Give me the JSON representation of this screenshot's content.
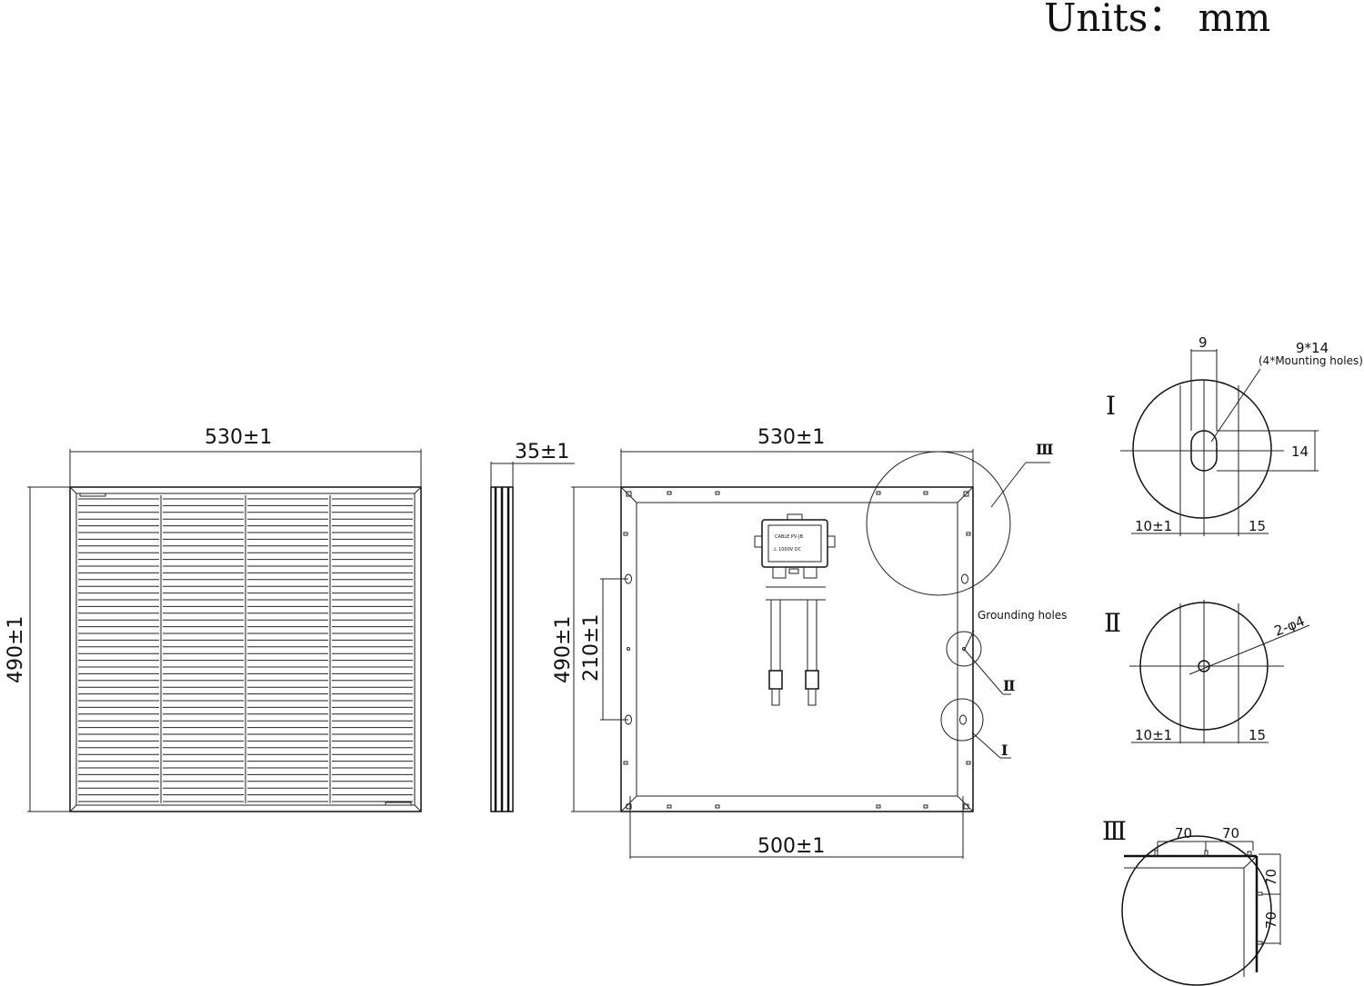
{
  "units_label": "Units：  mm",
  "front_view": {
    "width_dim": "530±1",
    "height_dim": "490±1"
  },
  "side_view": {
    "thickness_dim": "35±1"
  },
  "back_view": {
    "width_dim": "530±1",
    "height_dim": "490±1",
    "hole_spacing_dim": "210±1",
    "inner_width_dim": "500±1",
    "grounding_label": "Grounding holes",
    "callout_1": "Ⅰ",
    "callout_2": "Ⅱ",
    "callout_3": "Ⅲ"
  },
  "detail_1": {
    "label": "Ⅰ",
    "width_dim": "9",
    "hole_note": "9*14",
    "hole_note_sub": "(4*Mounting holes)",
    "height_dim": "14",
    "offset_dim": "10±1",
    "edge_dim": "15"
  },
  "detail_2": {
    "label": "Ⅱ",
    "hole_dim": "2-φ4",
    "offset_dim": "10±1",
    "edge_dim": "15"
  },
  "detail_3": {
    "label": "Ⅲ",
    "dim_top_1": "70",
    "dim_top_2": "70",
    "dim_side_1": "70",
    "dim_side_2": "70"
  }
}
